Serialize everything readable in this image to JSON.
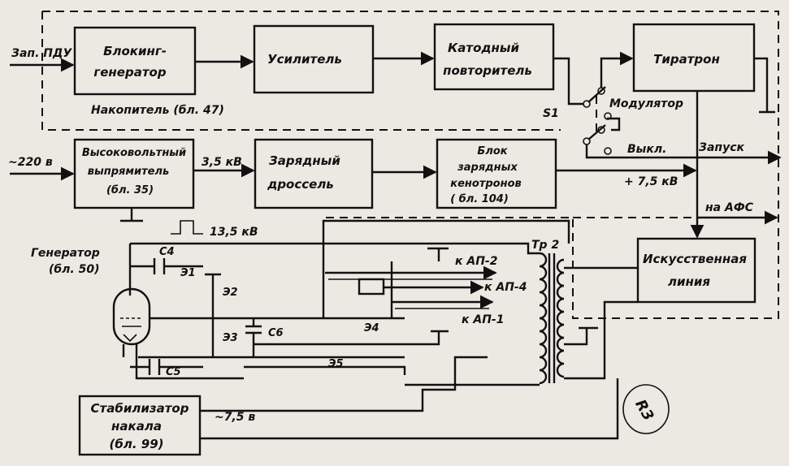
{
  "blocks": {
    "blocking_gen": [
      "Блокинг-",
      "генератор"
    ],
    "amplifier": [
      "Усилитель"
    ],
    "cathode_follower": [
      "Катодный",
      "повторитель"
    ],
    "thyratron": [
      "Тиратрон"
    ],
    "hv_rectifier": [
      "Высоковольтный",
      "выпрямитель",
      "(бл. 35)"
    ],
    "charging_choke": [
      "Зарядный",
      "дроссель"
    ],
    "storage_block": [
      "Блок",
      "зарядных",
      "кенотронов",
      "( бл. 104)"
    ],
    "artificial_line": [
      "Искусственная",
      "линия"
    ],
    "filament_stab": [
      "Стабилизатор",
      "накала",
      "(бл. 99)"
    ]
  },
  "labels": {
    "zap_pdu": "Зап. ПДУ",
    "nakopitel": "Накопитель   (бл. 47)",
    "modulator": "Модулятор",
    "s1": "S1",
    "vykl": "Выкл.",
    "zapusk": "Запуск",
    "v220": "~220 в",
    "kv35": "3,5 кВ",
    "kv75": "+ 7,5 кВ",
    "na_afs": "на АФС",
    "kv135": "13,5 кВ",
    "generator": [
      "Генератор",
      "(бл. 50)"
    ],
    "c4": "С4",
    "e1": "Э1",
    "e2": "Э2",
    "e3": "Э3",
    "c6": "С6",
    "e4": "Э4",
    "e5": "Э5",
    "c5": "С5",
    "ap2": "к АП-2",
    "ap4": "к АП-4",
    "ap1": "к АП-1",
    "tr2": "Тр 2",
    "v75": "~7,5 в",
    "stamp": "R3"
  }
}
